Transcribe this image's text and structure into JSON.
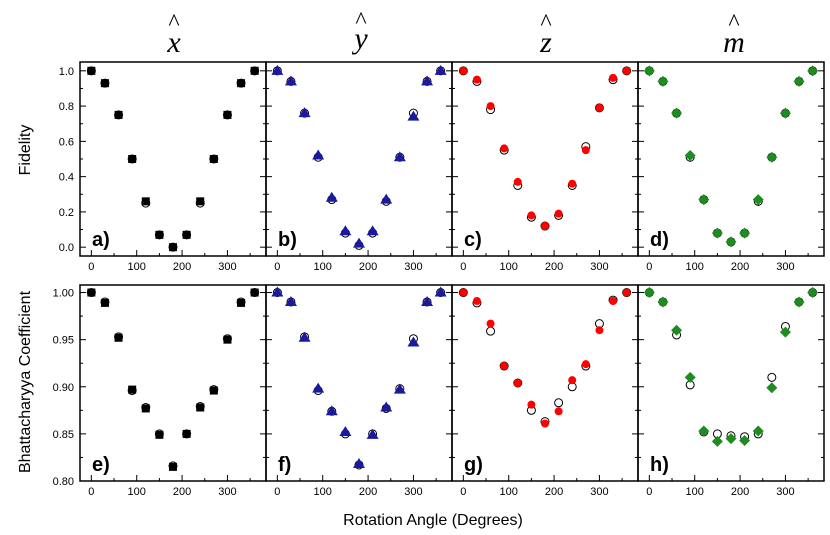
{
  "figure": {
    "column_titles": [
      "x",
      "y",
      "z",
      "m"
    ],
    "ylabel_top": "Fidelity",
    "ylabel_bottom": "Bhattacharyya Coefficient",
    "xlabel": "Rotation Angle (Degrees)"
  },
  "chart_data": [
    {
      "type": "scatter",
      "panel": "a)",
      "column": "x",
      "color": "#000000",
      "marker": "square",
      "ylabel": "Fidelity",
      "xlim": [
        -25,
        385
      ],
      "ylim": [
        -0.05,
        1.05
      ],
      "xticks": [
        0,
        100,
        200,
        300
      ],
      "yticks": [
        0.0,
        0.2,
        0.4,
        0.6,
        0.8,
        1.0
      ],
      "series": [
        {
          "name": "",
          "x": [
            0,
            30,
            60,
            90,
            120,
            150,
            180,
            210,
            240,
            270,
            300,
            330,
            360
          ],
          "y": [
            1.0,
            0.93,
            0.75,
            0.5,
            0.26,
            0.07,
            0.0,
            0.07,
            0.26,
            0.5,
            0.75,
            0.93,
            1.0
          ]
        },
        {
          "name": "",
          "marker": "open-circle",
          "x": [
            0,
            30,
            60,
            90,
            120,
            150,
            180,
            210,
            240,
            270,
            300,
            330,
            360
          ],
          "y": [
            1.0,
            0.93,
            0.75,
            0.5,
            0.25,
            0.07,
            0.0,
            0.07,
            0.25,
            0.5,
            0.75,
            0.93,
            1.0
          ]
        }
      ]
    },
    {
      "type": "scatter",
      "panel": "b)",
      "column": "y",
      "color": "#1a1aa0",
      "marker": "triangle",
      "ylabel": "Fidelity",
      "xlim": [
        -25,
        385
      ],
      "ylim": [
        -0.05,
        1.05
      ],
      "xticks": [
        0,
        100,
        200,
        300
      ],
      "yticks": [
        0.0,
        0.2,
        0.4,
        0.6,
        0.8,
        1.0
      ],
      "series": [
        {
          "name": "",
          "x": [
            0,
            30,
            60,
            90,
            120,
            150,
            180,
            210,
            240,
            270,
            300,
            330,
            360
          ],
          "y": [
            1.0,
            0.94,
            0.76,
            0.52,
            0.28,
            0.09,
            0.02,
            0.09,
            0.27,
            0.51,
            0.74,
            0.94,
            1.0
          ]
        },
        {
          "name": "",
          "marker": "open-circle",
          "x": [
            0,
            30,
            60,
            90,
            120,
            150,
            180,
            210,
            240,
            270,
            300,
            330,
            360
          ],
          "y": [
            1.0,
            0.94,
            0.76,
            0.51,
            0.27,
            0.08,
            0.01,
            0.08,
            0.26,
            0.51,
            0.76,
            0.94,
            1.0
          ]
        }
      ]
    },
    {
      "type": "scatter",
      "panel": "c)",
      "column": "z",
      "color": "#ff0000",
      "marker": "circle",
      "ylabel": "Fidelity",
      "xlim": [
        -25,
        385
      ],
      "ylim": [
        -0.05,
        1.05
      ],
      "xticks": [
        0,
        100,
        200,
        300
      ],
      "yticks": [
        0.0,
        0.2,
        0.4,
        0.6,
        0.8,
        1.0
      ],
      "series": [
        {
          "name": "",
          "x": [
            0,
            30,
            60,
            90,
            120,
            150,
            180,
            210,
            240,
            270,
            300,
            330,
            360
          ],
          "y": [
            1.0,
            0.95,
            0.8,
            0.56,
            0.37,
            0.18,
            0.12,
            0.19,
            0.36,
            0.55,
            0.79,
            0.96,
            1.0
          ]
        },
        {
          "name": "",
          "marker": "open-circle",
          "x": [
            0,
            30,
            60,
            90,
            120,
            150,
            180,
            210,
            240,
            270,
            300,
            330,
            360
          ],
          "y": [
            1.0,
            0.94,
            0.78,
            0.55,
            0.35,
            0.17,
            0.12,
            0.18,
            0.35,
            0.57,
            0.79,
            0.95,
            1.0
          ]
        }
      ]
    },
    {
      "type": "scatter",
      "panel": "d)",
      "column": "m",
      "color": "#1e8c1e",
      "marker": "diamond",
      "ylabel": "Fidelity",
      "xlim": [
        -25,
        385
      ],
      "ylim": [
        -0.05,
        1.05
      ],
      "xticks": [
        0,
        100,
        200,
        300
      ],
      "yticks": [
        0.0,
        0.2,
        0.4,
        0.6,
        0.8,
        1.0
      ],
      "series": [
        {
          "name": "",
          "x": [
            0,
            30,
            60,
            90,
            120,
            150,
            180,
            210,
            240,
            270,
            300,
            330,
            360
          ],
          "y": [
            1.0,
            0.94,
            0.76,
            0.52,
            0.27,
            0.08,
            0.03,
            0.08,
            0.27,
            0.51,
            0.76,
            0.94,
            1.0
          ]
        },
        {
          "name": "",
          "marker": "open-circle",
          "x": [
            0,
            30,
            60,
            90,
            120,
            150,
            180,
            210,
            240,
            270,
            300,
            330,
            360
          ],
          "y": [
            1.0,
            0.94,
            0.76,
            0.51,
            0.27,
            0.08,
            0.03,
            0.08,
            0.26,
            0.51,
            0.76,
            0.94,
            1.0
          ]
        }
      ]
    },
    {
      "type": "scatter",
      "panel": "e)",
      "column": "x",
      "color": "#000000",
      "marker": "square",
      "ylabel": "Bhattacharyya Coefficient",
      "xlabel": "Rotation Angle (Degrees)",
      "xlim": [
        -25,
        385
      ],
      "ylim": [
        0.8,
        1.008
      ],
      "xticks": [
        0,
        100,
        200,
        300
      ],
      "yticks": [
        0.8,
        0.85,
        0.9,
        0.95,
        1.0
      ],
      "series": [
        {
          "name": "",
          "x": [
            0,
            30,
            60,
            90,
            120,
            150,
            180,
            210,
            240,
            270,
            300,
            330,
            360
          ],
          "y": [
            1.0,
            0.989,
            0.952,
            0.897,
            0.877,
            0.849,
            0.815,
            0.85,
            0.878,
            0.896,
            0.95,
            0.989,
            1.0
          ]
        },
        {
          "name": "",
          "marker": "open-circle",
          "x": [
            0,
            30,
            60,
            90,
            120,
            150,
            180,
            210,
            240,
            270,
            300,
            330,
            360
          ],
          "y": [
            1.0,
            0.99,
            0.953,
            0.896,
            0.878,
            0.85,
            0.816,
            0.85,
            0.879,
            0.897,
            0.951,
            0.99,
            1.0
          ]
        }
      ]
    },
    {
      "type": "scatter",
      "panel": "f)",
      "column": "y",
      "color": "#1a1aa0",
      "marker": "triangle",
      "ylabel": "Bhattacharyya Coefficient",
      "xlabel": "Rotation Angle (Degrees)",
      "xlim": [
        -25,
        385
      ],
      "ylim": [
        0.8,
        1.008
      ],
      "xticks": [
        0,
        100,
        200,
        300
      ],
      "yticks": [
        0.8,
        0.85,
        0.9,
        0.95,
        1.0
      ],
      "series": [
        {
          "name": "",
          "x": [
            0,
            30,
            60,
            90,
            120,
            150,
            180,
            210,
            240,
            270,
            300,
            330,
            360
          ],
          "y": [
            1.0,
            0.99,
            0.952,
            0.898,
            0.874,
            0.852,
            0.818,
            0.849,
            0.878,
            0.897,
            0.947,
            0.99,
            1.0
          ]
        },
        {
          "name": "",
          "marker": "open-circle",
          "x": [
            0,
            30,
            60,
            90,
            120,
            150,
            180,
            210,
            240,
            270,
            300,
            330,
            360
          ],
          "y": [
            1.0,
            0.99,
            0.953,
            0.896,
            0.874,
            0.85,
            0.817,
            0.85,
            0.877,
            0.898,
            0.951,
            0.99,
            1.0
          ]
        }
      ]
    },
    {
      "type": "scatter",
      "panel": "g)",
      "column": "z",
      "color": "#ff0000",
      "marker": "circle",
      "ylabel": "Bhattacharyya Coefficient",
      "xlabel": "Rotation Angle (Degrees)",
      "xlim": [
        -25,
        385
      ],
      "ylim": [
        0.8,
        1.008
      ],
      "xticks": [
        0,
        100,
        200,
        300
      ],
      "yticks": [
        0.8,
        0.85,
        0.9,
        0.95,
        1.0
      ],
      "series": [
        {
          "name": "",
          "x": [
            0,
            30,
            60,
            90,
            120,
            150,
            180,
            210,
            240,
            270,
            300,
            330,
            360
          ],
          "y": [
            1.0,
            0.991,
            0.967,
            0.922,
            0.904,
            0.881,
            0.861,
            0.874,
            0.907,
            0.924,
            0.96,
            0.991,
            1.0
          ]
        },
        {
          "name": "",
          "marker": "open-circle",
          "x": [
            0,
            30,
            60,
            90,
            120,
            150,
            180,
            210,
            240,
            270,
            300,
            330,
            360
          ],
          "y": [
            1.0,
            0.989,
            0.959,
            0.922,
            0.904,
            0.875,
            0.863,
            0.883,
            0.9,
            0.922,
            0.967,
            0.992,
            1.0
          ]
        }
      ]
    },
    {
      "type": "scatter",
      "panel": "h)",
      "column": "m",
      "color": "#1e8c1e",
      "marker": "diamond",
      "ylabel": "Bhattacharyya Coefficient",
      "xlabel": "Rotation Angle (Degrees)",
      "xlim": [
        -25,
        385
      ],
      "ylim": [
        0.8,
        1.008
      ],
      "xticks": [
        0,
        100,
        200,
        300
      ],
      "yticks": [
        0.8,
        0.85,
        0.9,
        0.95,
        1.0
      ],
      "series": [
        {
          "name": "",
          "x": [
            0,
            30,
            60,
            90,
            120,
            150,
            180,
            210,
            240,
            270,
            300,
            330,
            360
          ],
          "y": [
            1.0,
            0.99,
            0.96,
            0.91,
            0.853,
            0.842,
            0.845,
            0.843,
            0.853,
            0.899,
            0.958,
            0.99,
            1.0
          ]
        },
        {
          "name": "",
          "marker": "open-circle",
          "x": [
            0,
            30,
            60,
            90,
            120,
            150,
            180,
            210,
            240,
            270,
            300,
            330,
            360
          ],
          "y": [
            1.0,
            0.99,
            0.955,
            0.902,
            0.852,
            0.85,
            0.848,
            0.847,
            0.85,
            0.91,
            0.964,
            0.99,
            1.0
          ]
        }
      ]
    }
  ]
}
